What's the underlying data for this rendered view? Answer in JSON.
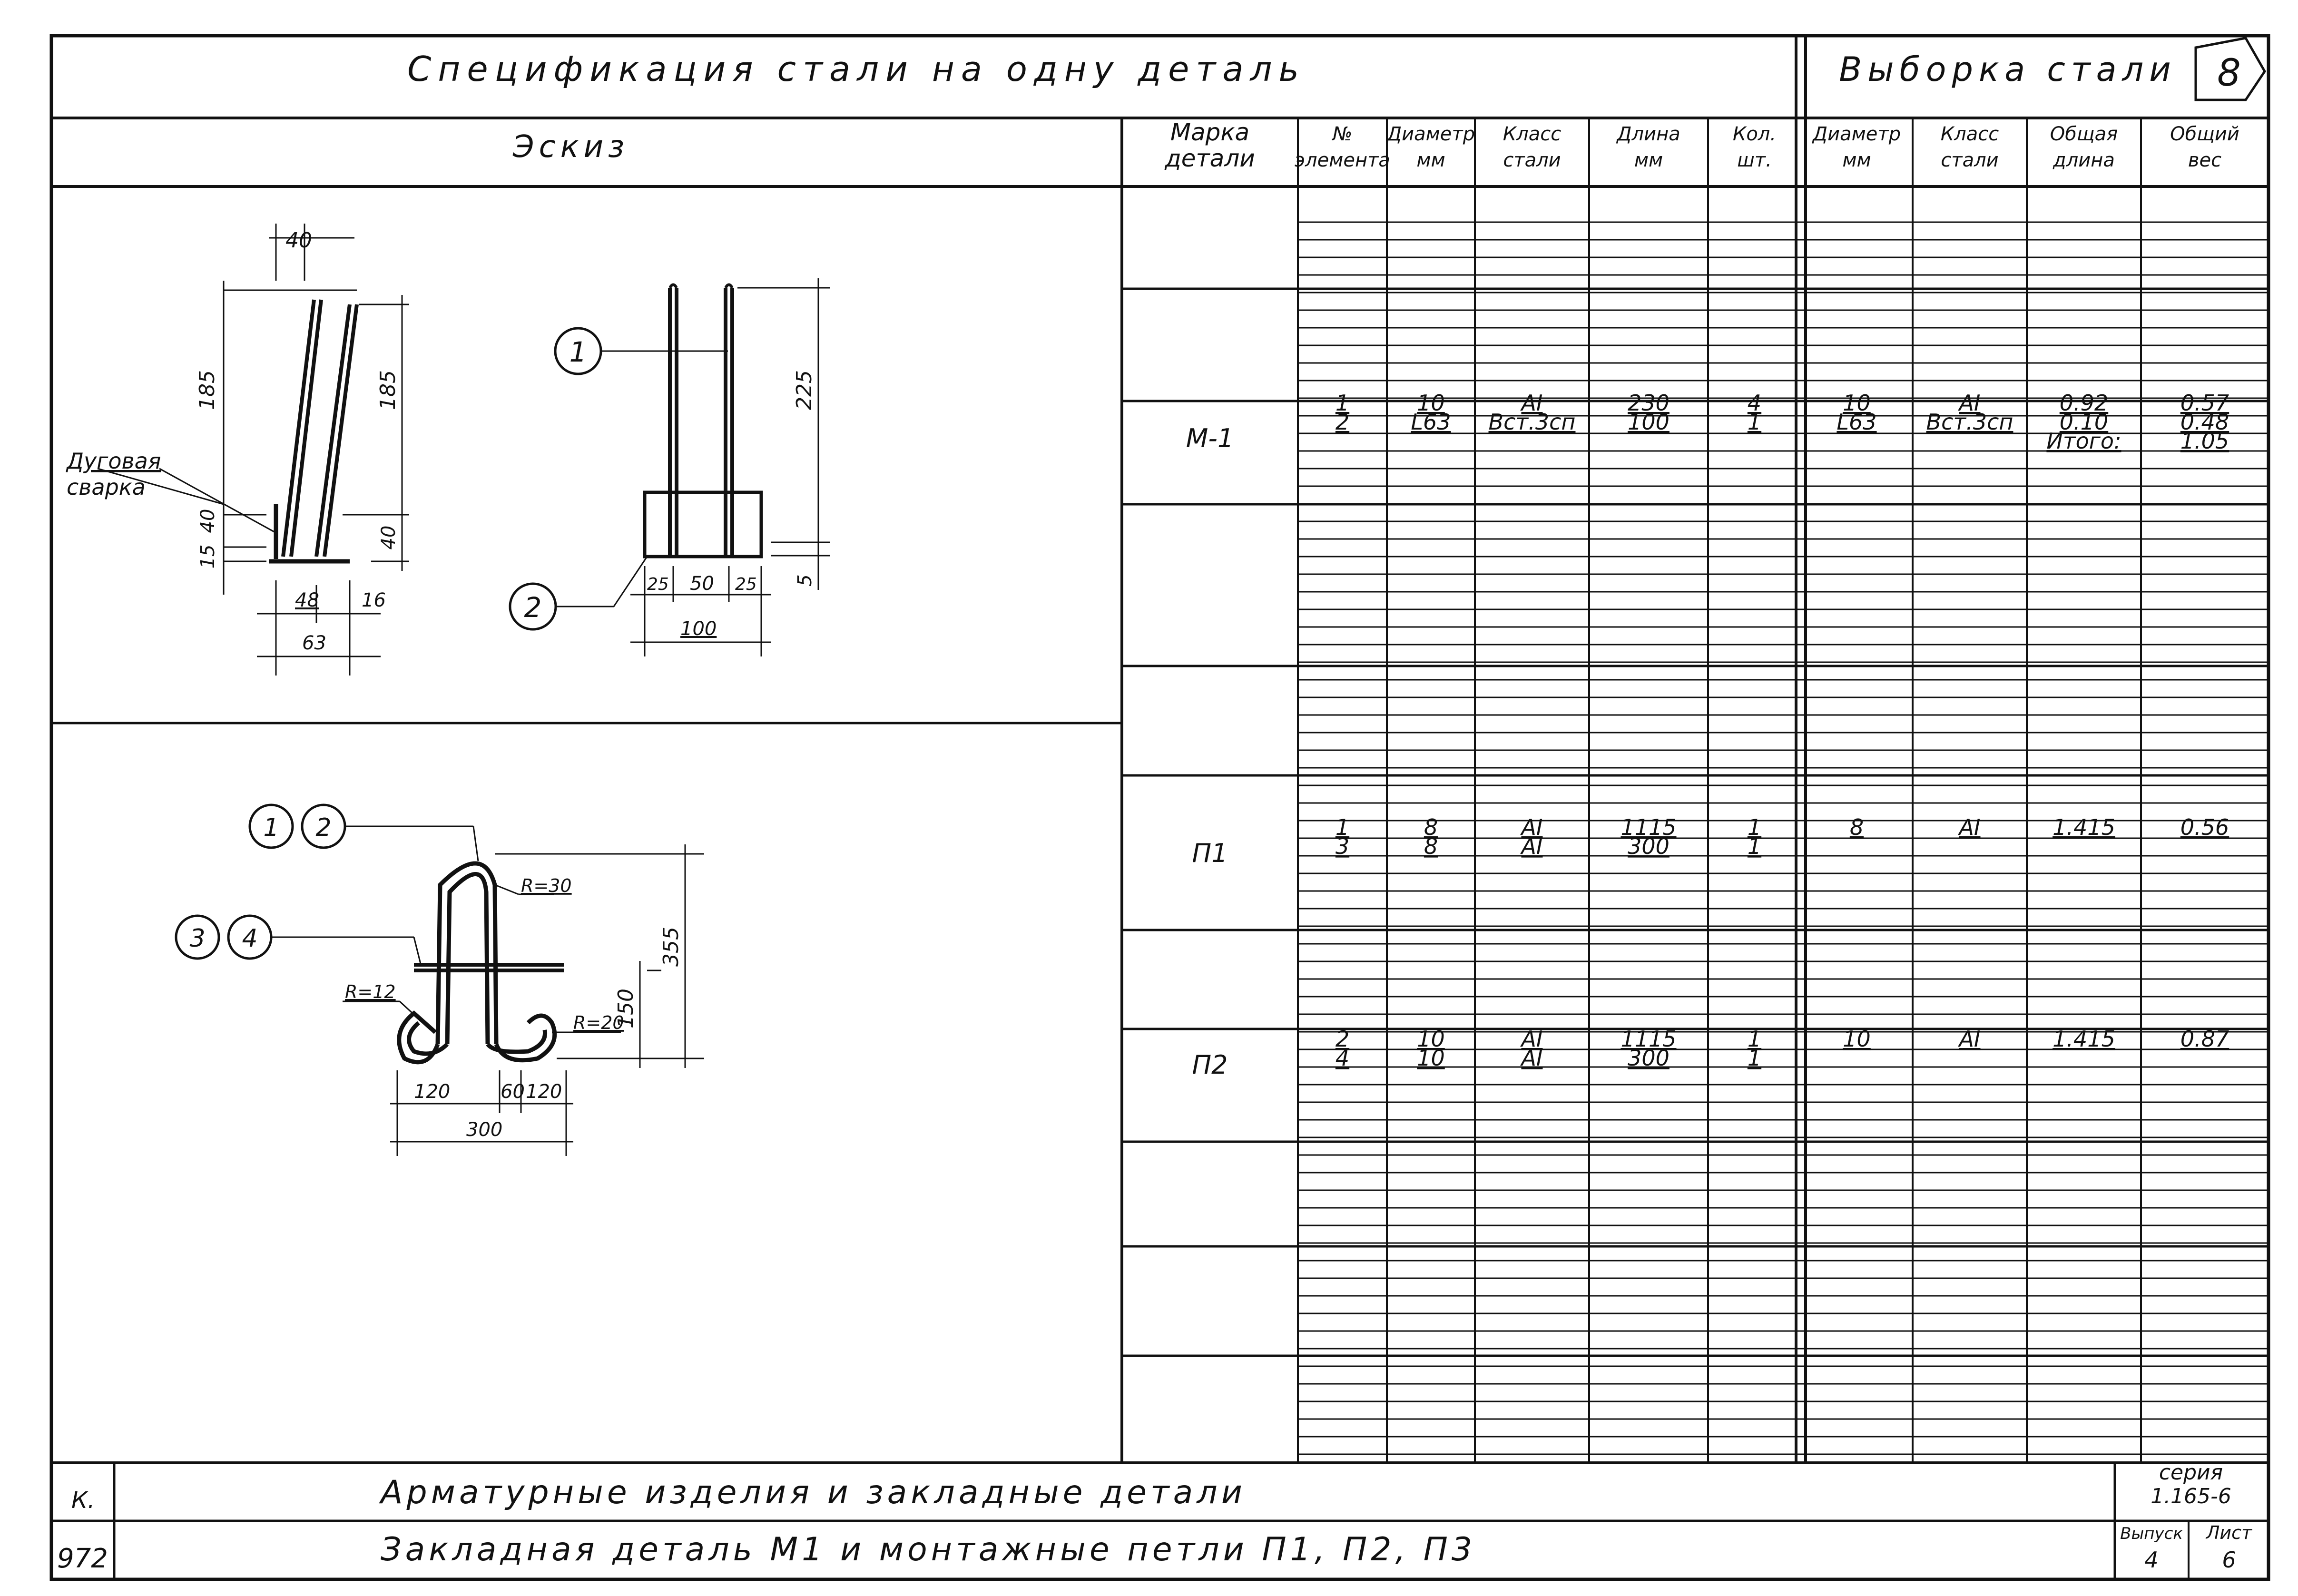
{
  "header": {
    "spec_title": "Спецификация стали на одну деталь",
    "selection_title": "Выборка стали",
    "sheet_number": "8"
  },
  "sketch": {
    "column_title": "Эскиз",
    "m1": {
      "dim_40_top": "40",
      "dim_185_left": "185",
      "dim_185_right": "185",
      "dim_15": "15",
      "dim_40_left": "40",
      "dim_40_right": "40",
      "dim_48": "48",
      "dim_16": "16",
      "dim_63": "63",
      "weld_label_1": "Дуговая",
      "weld_label_2": "сварка",
      "callout_1": "1",
      "callout_2": "2",
      "dim_225": "225",
      "dim_5": "5",
      "dim_25_left": "25",
      "dim_50": "50",
      "dim_25_right": "25",
      "dim_100": "100"
    },
    "loops": {
      "callout_1": "1",
      "callout_2": "2",
      "callout_3": "3",
      "callout_4": "4",
      "r30": "R=30",
      "r12": "R=12",
      "r20": "R=20",
      "dim_355": "355",
      "dim_150": "150",
      "dim_120_left": "120",
      "dim_60": "60",
      "dim_120_right": "120",
      "dim_300": "300"
    }
  },
  "columns": {
    "mark": [
      "Марка",
      "детали"
    ],
    "element_no": [
      "№",
      "элемента"
    ],
    "diameter": [
      "Диаметр",
      "мм"
    ],
    "steel_class": [
      "Класс",
      "стали"
    ],
    "length": [
      "Длина",
      "мм"
    ],
    "quantity": [
      "Кол.",
      "шт."
    ],
    "sel_diameter": [
      "Диаметр",
      "мм"
    ],
    "sel_class": [
      "Класс",
      "стали"
    ],
    "total_length": [
      "Общая",
      "длина"
    ],
    "total_weight": [
      "Общий",
      "вес"
    ]
  },
  "groups": [
    {
      "mark": "М-1",
      "rows": [
        {
          "n": "1",
          "d": "10",
          "cls": "АI",
          "len": "230",
          "qty": "4",
          "sd": "10",
          "scls": "АI",
          "tl": "0.92",
          "tw": "0.57"
        },
        {
          "n": "2",
          "d": "L63",
          "cls": "Вст.3сп",
          "len": "100",
          "qty": "1",
          "sd": "L63",
          "scls": "Вст.3сп",
          "tl": "0.10",
          "tw": "0.48"
        },
        {
          "n": "",
          "d": "",
          "cls": "",
          "len": "",
          "qty": "",
          "sd": "",
          "scls": "",
          "tl": "Итого:",
          "tw": "1.05"
        }
      ]
    },
    {
      "mark": "П1",
      "rows": [
        {
          "n": "1",
          "d": "8",
          "cls": "АI",
          "len": "1115",
          "qty": "1",
          "sd": "8",
          "scls": "АI",
          "tl": "1.415",
          "tw": "0.56"
        },
        {
          "n": "3",
          "d": "8",
          "cls": "АI",
          "len": "300",
          "qty": "1",
          "sd": "",
          "scls": "",
          "tl": "",
          "tw": ""
        }
      ]
    },
    {
      "mark": "П2",
      "rows": [
        {
          "n": "2",
          "d": "10",
          "cls": "АI",
          "len": "1115",
          "qty": "1",
          "sd": "10",
          "scls": "АI",
          "tl": "1.415",
          "tw": "0.87"
        },
        {
          "n": "4",
          "d": "10",
          "cls": "АI",
          "len": "300",
          "qty": "1",
          "sd": "",
          "scls": "",
          "tl": "",
          "tw": ""
        }
      ]
    }
  ],
  "title_block": {
    "left_top": "К.",
    "left_bottom": "972",
    "title": "Арматурные изделия и закладные детали",
    "subtitle": "Закладная деталь М1 и монтажные петли П1, П2, П3",
    "series_label": "серия",
    "series_value": "1.165-6",
    "issue_label": "Выпуск",
    "issue_value": "4",
    "sheet_label": "Лист",
    "sheet_value": "6"
  }
}
